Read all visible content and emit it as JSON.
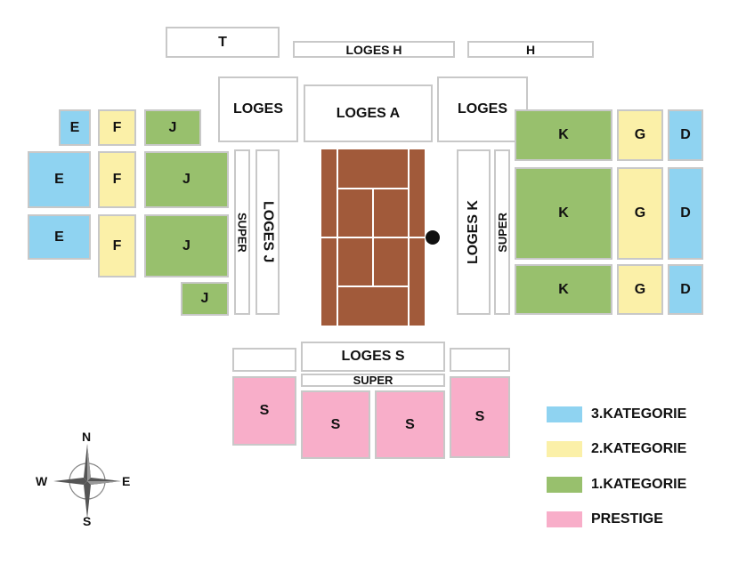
{
  "sections": {
    "t": "T",
    "loges_h": "LOGES H",
    "h": "H",
    "loges_left": "LOGES",
    "loges_a": "LOGES A",
    "loges_right": "LOGES",
    "e": "E",
    "f": "F",
    "j": "J",
    "k": "K",
    "g": "G",
    "d": "D",
    "super": "SUPER",
    "loges_j": "LOGES J",
    "loges_k": "LOGES K",
    "loges_s": "LOGES S",
    "s": "S"
  },
  "legend": [
    {
      "label": "3.KATEGORIE",
      "color": "#8fd3f1"
    },
    {
      "label": "2.KATEGORIE",
      "color": "#fbf0a8"
    },
    {
      "label": "1.KATEGORIE",
      "color": "#98c06d"
    },
    {
      "label": "PRESTIGE",
      "color": "#f8aec9"
    }
  ],
  "compass": {
    "n": "N",
    "s": "S",
    "e": "E",
    "w": "W"
  },
  "colors": {
    "category3": "#8fd3f1",
    "category2": "#fbf0a8",
    "category1": "#98c06d",
    "prestige": "#f8aec9",
    "court": "#a15a3a"
  }
}
